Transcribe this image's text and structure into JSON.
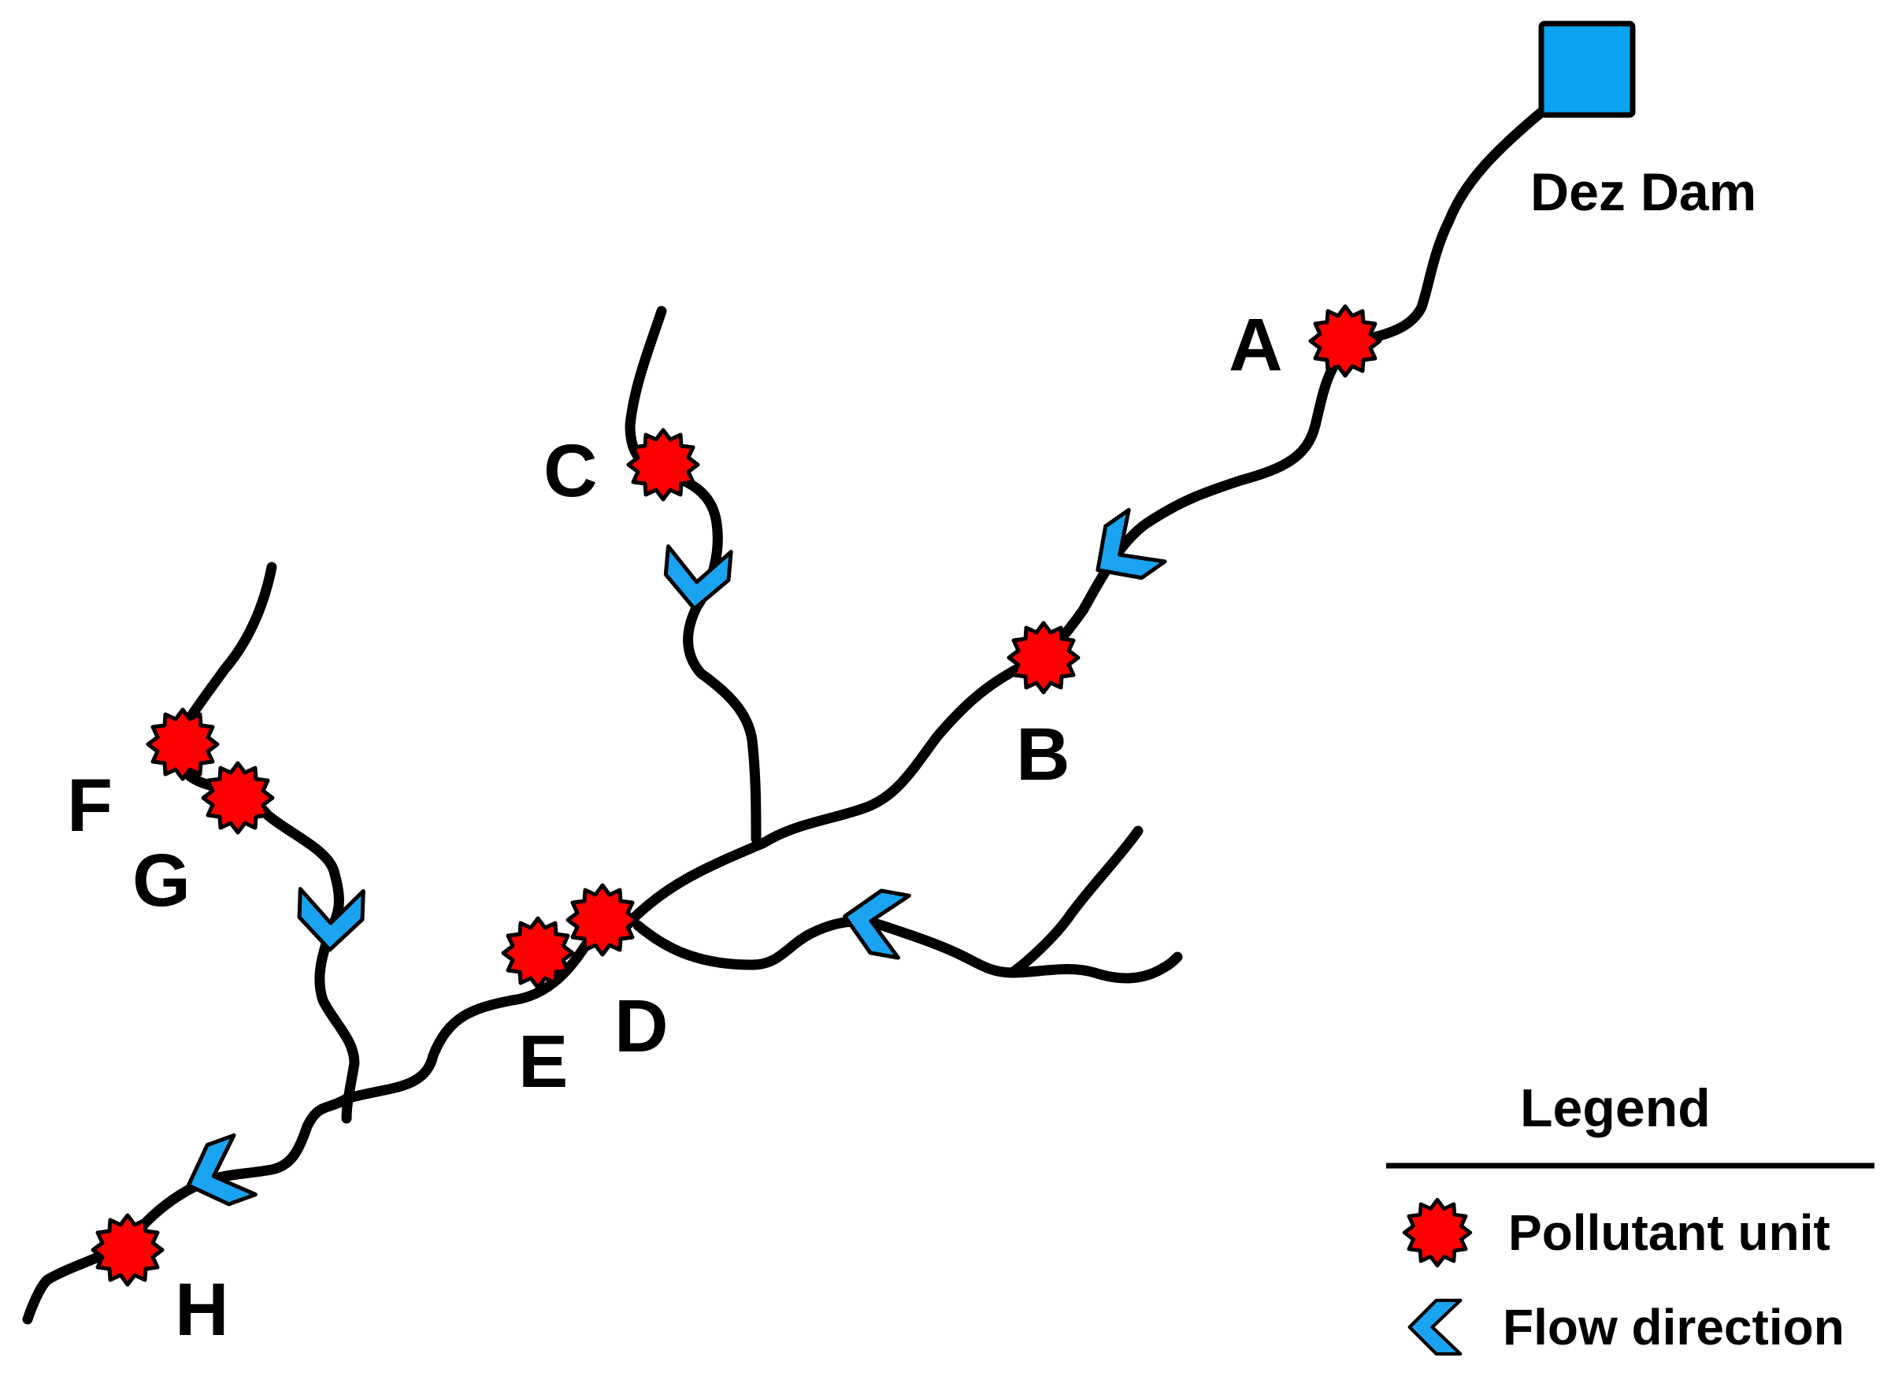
{
  "dam": {
    "label": "Dez Dam",
    "color": "#0aa4ef",
    "icon": "square-icon"
  },
  "points": [
    {
      "id": "A",
      "label": "A"
    },
    {
      "id": "B",
      "label": "B"
    },
    {
      "id": "C",
      "label": "C"
    },
    {
      "id": "D",
      "label": "D"
    },
    {
      "id": "E",
      "label": "E"
    },
    {
      "id": "F",
      "label": "F"
    },
    {
      "id": "G",
      "label": "G"
    },
    {
      "id": "H",
      "label": "H"
    }
  ],
  "legend": {
    "title": "Legend",
    "items": [
      {
        "label": "Pollutant unit",
        "icon": "red-star-icon",
        "color": "#ff0000"
      },
      {
        "label": "Flow direction",
        "icon": "blue-chevron-icon",
        "color": "#1aa3f0"
      }
    ]
  }
}
